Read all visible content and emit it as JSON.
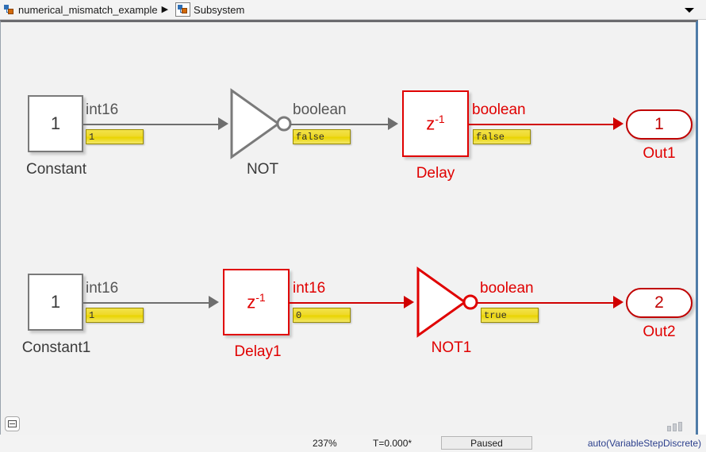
{
  "breadcrumb": {
    "items": [
      {
        "label": "numerical_mismatch_example",
        "icon": "simulink-model-icon",
        "boxed": false
      },
      {
        "label": "Subsystem",
        "icon": "simulink-subsystem-icon",
        "boxed": true
      }
    ],
    "separator": "▶",
    "dropdown_icon": "chevron-down-icon"
  },
  "colors": {
    "highlight": "#e00000",
    "normal_block": "#7a7a7a",
    "signal_label": "#555555",
    "badge_fill": "#efd92a",
    "solver_text": "#2b3f8c"
  },
  "diagram": {
    "rows": [
      {
        "id": "row1",
        "blocks": {
          "source": {
            "name": "Constant",
            "value": "1",
            "highlighted": false
          },
          "logic": {
            "name": "NOT",
            "highlighted": false
          },
          "delay": {
            "name": "Delay",
            "value": "z",
            "exponent": "-1",
            "highlighted": true
          },
          "outport": {
            "name": "Out1",
            "number": "1",
            "highlighted": true
          }
        },
        "signals": [
          {
            "type_label": "int16",
            "port_value": "1",
            "highlighted": false
          },
          {
            "type_label": "boolean",
            "port_value": "false",
            "highlighted": false
          },
          {
            "type_label": "boolean",
            "port_value": "false",
            "highlighted": true
          }
        ]
      },
      {
        "id": "row2",
        "blocks": {
          "source": {
            "name": "Constant1",
            "value": "1",
            "highlighted": false
          },
          "delay": {
            "name": "Delay1",
            "value": "z",
            "exponent": "-1",
            "highlighted": true
          },
          "logic": {
            "name": "NOT1",
            "highlighted": true
          },
          "outport": {
            "name": "Out2",
            "number": "2",
            "highlighted": true
          }
        },
        "signals": [
          {
            "type_label": "int16",
            "port_value": "1",
            "highlighted": false
          },
          {
            "type_label": "int16",
            "port_value": "0",
            "highlighted": true
          },
          {
            "type_label": "boolean",
            "port_value": "true",
            "highlighted": true
          }
        ]
      }
    ]
  },
  "canvas": {
    "collapse_button_icon": "collapse-panel-icon",
    "resize_grip_icon": "resize-grip-icon"
  },
  "statusbar": {
    "zoom": "237%",
    "time": "T=0.000*",
    "state": "Paused",
    "solver": "auto(VariableStepDiscrete)"
  }
}
